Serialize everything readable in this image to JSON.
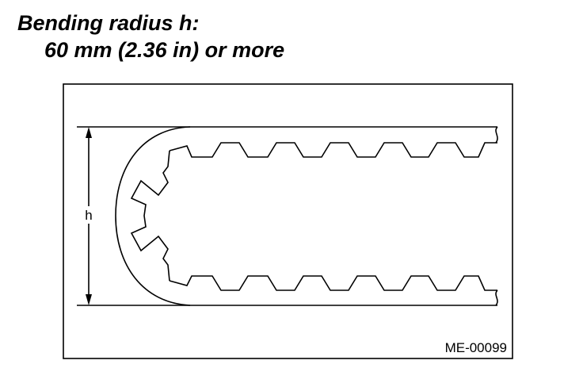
{
  "title": {
    "line1": "Bending radius h:",
    "line2": "60 mm (2.36 in) or more"
  },
  "diagram": {
    "dimension_label": "h",
    "figure_code": "ME-00099"
  }
}
